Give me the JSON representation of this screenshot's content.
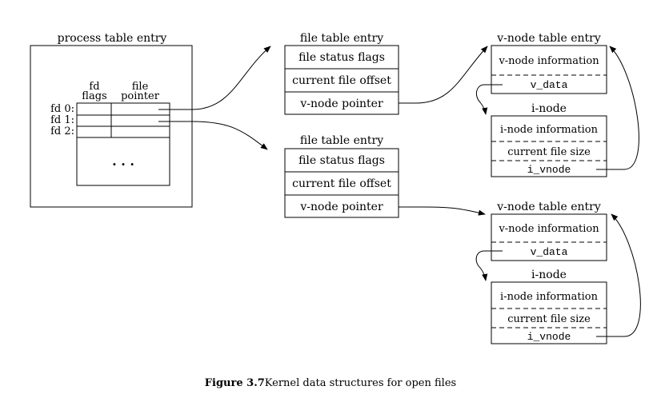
{
  "process_table": {
    "title": "process table entry",
    "col_fd_flags": [
      "fd",
      "flags"
    ],
    "col_file_pointer": [
      "file",
      "pointer"
    ],
    "rows": [
      "fd 0:",
      "fd 1:",
      "fd 2:"
    ],
    "ellipsis": ". . ."
  },
  "file_tables": [
    {
      "title": "file table entry",
      "rows": [
        "file status flags",
        "current file offset",
        "v-node pointer"
      ]
    },
    {
      "title": "file table entry",
      "rows": [
        "file status flags",
        "current file offset",
        "v-node pointer"
      ]
    }
  ],
  "vnode_tables": [
    {
      "title": "v-node table entry",
      "info": "v-node information",
      "field": "v_data",
      "inode_title": "i-node",
      "inode_info": "i-node information",
      "inode_size": "current file size",
      "inode_field": "i_vnode"
    },
    {
      "title": "v-node table entry",
      "info": "v-node information",
      "field": "v_data",
      "inode_title": "i-node",
      "inode_info": "i-node information",
      "inode_size": "current file size",
      "inode_field": "i_vnode"
    }
  ],
  "caption": {
    "label": "Figure 3.7",
    "text": "Kernel data structures for open files"
  }
}
